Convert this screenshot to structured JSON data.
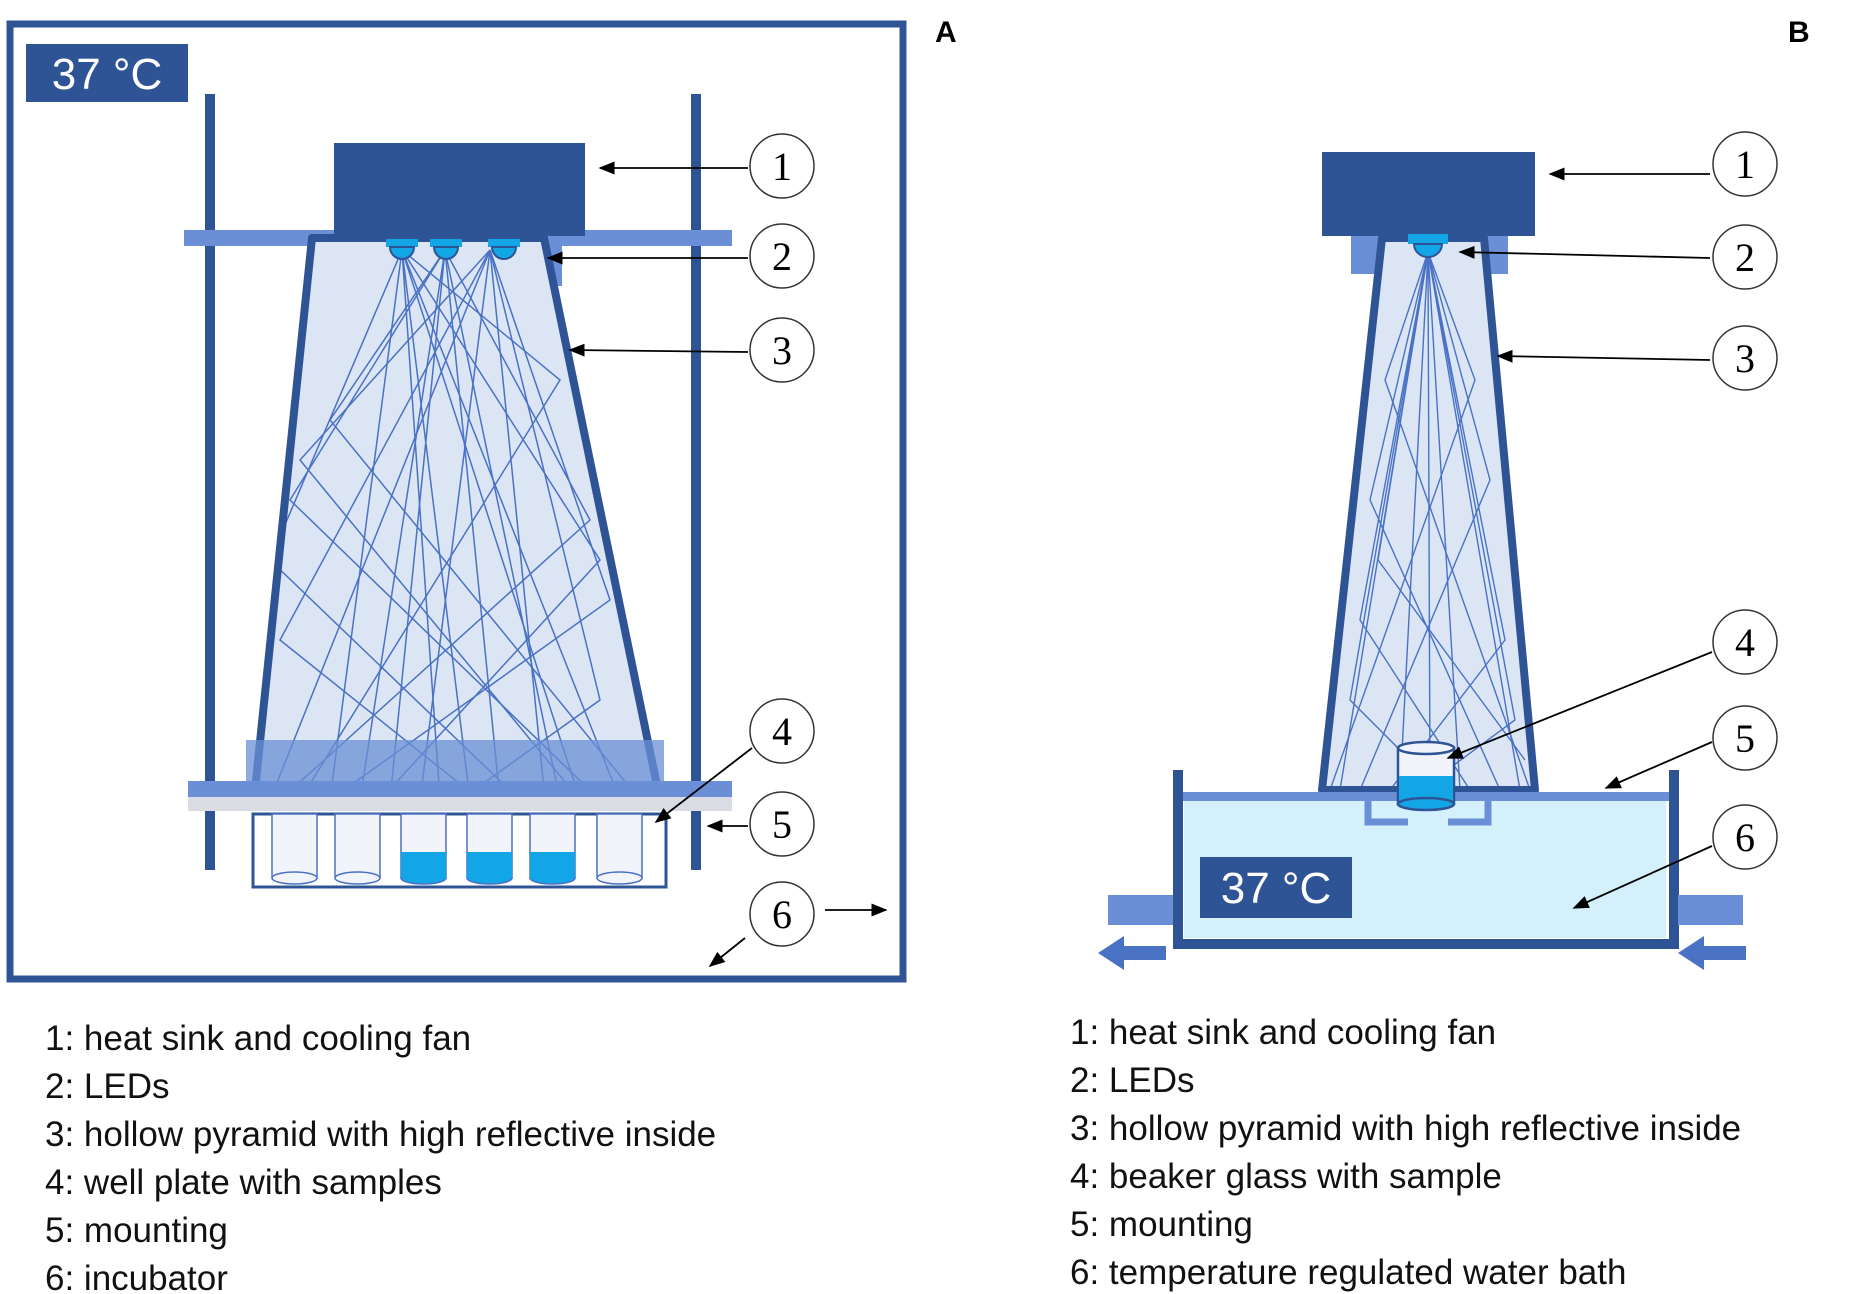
{
  "colors": {
    "dark_blue": "#2f5496",
    "mid_blue": "#6a8fd6",
    "light_blue": "#dbe5f4",
    "ray_blue": "#4a72c4",
    "sample_cyan": "#12a6e6",
    "water": "#d4f0fb"
  },
  "panel_a": {
    "letter": "A",
    "temperature": "37 °C",
    "callouts": [
      "1",
      "2",
      "3",
      "4",
      "5",
      "6"
    ],
    "legend": [
      "1: heat sink and cooling fan",
      "2: LEDs",
      "3: hollow pyramid with high reflective inside",
      "4: well plate with samples",
      "5: mounting",
      "6: incubator"
    ]
  },
  "panel_b": {
    "letter": "B",
    "temperature": "37 °C",
    "callouts": [
      "1",
      "2",
      "3",
      "4",
      "5",
      "6"
    ],
    "legend": [
      "1: heat sink and cooling fan",
      "2: LEDs",
      "3: hollow pyramid with high reflective inside",
      "4: beaker glass with sample",
      "5: mounting",
      "6: temperature regulated water bath"
    ]
  }
}
